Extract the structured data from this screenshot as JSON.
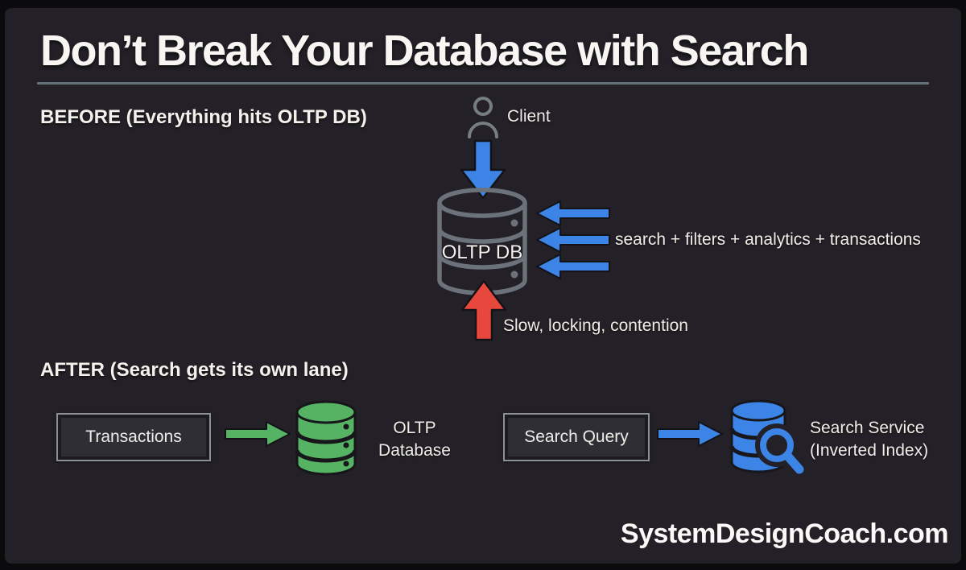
{
  "slide": {
    "title": "Don’t Break Your Database with Search",
    "watermark": "SystemDesignCoach.com"
  },
  "before": {
    "heading": "BEFORE (Everything hits OLTP DB)",
    "client_label": "Client",
    "db_label": "OLTP DB",
    "incoming_label": "search + filters + analytics + transactions",
    "bottleneck_label": "Slow, locking, contention"
  },
  "after": {
    "heading": "AFTER (Search gets its own lane)",
    "transactions_box_label": "Transactions",
    "oltp_label_line1": "OLTP",
    "oltp_label_line2": "Database",
    "search_box_label": "Search Query",
    "search_service_line1": "Search Service",
    "search_service_line2": "(Inverted Index)"
  },
  "icons": {
    "client": "person-outline-icon",
    "oltp_db_before": "database-outline-icon",
    "oltp_db_after": "database-green-icon",
    "search_service": "database-search-icon",
    "down_arrow": "arrow-down-blue",
    "incoming_arrows": "arrows-left-blue-x3",
    "contention_arrow": "arrow-up-red",
    "transactions_arrow": "arrow-right-green",
    "search_arrow": "arrow-right-blue"
  },
  "colors": {
    "background": "#232127",
    "frame": "#0b0a0d",
    "accent_blue": "#3c84e6",
    "accent_red": "#e7473d",
    "accent_green": "#57b364",
    "outline_gray": "#6b7279",
    "divider_gray": "#667078",
    "box_border": "#8b9197",
    "text_primary": "#f2f0eb"
  }
}
